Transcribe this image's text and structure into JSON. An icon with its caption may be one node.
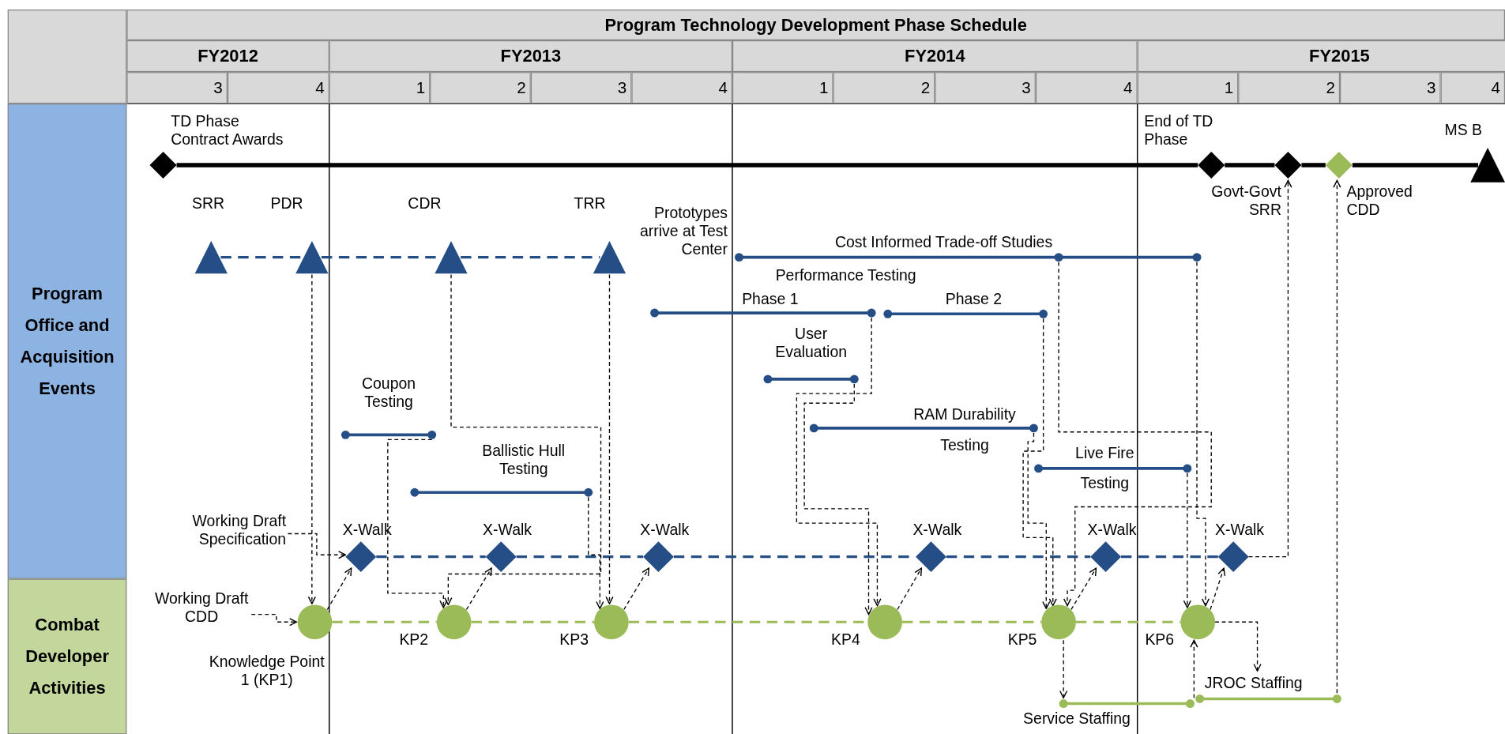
{
  "diagram": {
    "nodes": [
      {
        "text": [
          "Program Office and Acquisition Events"
        ]
      },
      {
        "text": [
          "Combat Developer Activities"
        ]
      },
      {
        "text": [
          "TD Phase Contract Awards"
        ]
      },
      {
        "text": [
          "End of TD Phase"
        ]
      },
      {
        "text": [
          "Govt-Govt SRR"
        ]
      },
      {
        "text": [
          "Approved CDD"
        ]
      },
      {
        "text": [
          "MS B"
        ]
      },
      {
        "text": [
          "SRR"
        ]
      },
      {
        "text": [
          "PDR"
        ]
      },
      {
        "text": [
          "CDR"
        ]
      },
      {
        "text": [
          "TRR"
        ]
      },
      {
        "text": [
          "Cost Informed Trade-off Studies"
        ]
      },
      {
        "text": [
          "Phase 1"
        ]
      },
      {
        "text": [
          "Phase 2"
        ]
      },
      {
        "text": [
          "User Evaluation"
        ]
      },
      {
        "text": [
          "Coupon Testing"
        ]
      },
      {
        "text": [
          "RAM Durability Testing"
        ]
      },
      {
        "text": [
          "Ballistic Hull Testing"
        ]
      },
      {
        "text": [
          "Live Fire Testing"
        ]
      },
      {
        "text": [
          "X-Walk"
        ]
      },
      {
        "text": [
          "X-Walk"
        ]
      },
      {
        "text": [
          "X-Walk"
        ]
      },
      {
        "text": [
          "X-Walk"
        ]
      },
      {
        "text": [
          "X-Walk"
        ]
      },
      {
        "text": [
          "X-Walk"
        ]
      },
      {
        "text": [
          "Working Draft Specification"
        ]
      },
      {
        "text": [
          "Knowledge Point 1 (KP1)"
        ]
      },
      {
        "text": [
          "KP2"
        ]
      },
      {
        "text": [
          "KP3"
        ]
      },
      {
        "text": [
          "KP4"
        ]
      },
      {
        "text": [
          "KP5"
        ]
      },
      {
        "text": [
          "KP6"
        ]
      },
      {
        "text": [
          "Working Draft CDD"
        ]
      },
      {
        "text": [
          "Service Staffing"
        ]
      },
      {
        "text": [
          "JROC Staffing"
        ]
      }
    ],
    "edges": [
      {
        "from": 2,
        "to": 3,
        "arrow": "none",
        "style": "thick"
      },
      {
        "from": 3,
        "to": 4,
        "arrow": "none",
        "style": "thick"
      },
      {
        "from": 4,
        "to": 5,
        "arrow": "none",
        "style": "thick"
      },
      {
        "from": 5,
        "to": 6,
        "arrow": "none",
        "style": "thick"
      },
      {
        "from": 7,
        "to": 8,
        "arrow": "none",
        "style": "dashed",
        "color": "#254e86"
      },
      {
        "from": 8,
        "to": 9,
        "arrow": "none",
        "style": "dashed",
        "color": "#254e86"
      },
      {
        "from": 9,
        "to": 10,
        "arrow": "none",
        "style": "dashed",
        "color": "#254e86"
      },
      {
        "from": 19,
        "to": 20,
        "arrow": "none",
        "style": "dashed",
        "color": "#254e86"
      },
      {
        "from": 20,
        "to": 21,
        "arrow": "none",
        "style": "dashed",
        "color": "#254e86"
      },
      {
        "from": 21,
        "to": 22,
        "arrow": "none",
        "style": "dashed",
        "color": "#254e86"
      },
      {
        "from": 22,
        "to": 23,
        "arrow": "none",
        "style": "dashed",
        "color": "#254e86"
      },
      {
        "from": 23,
        "to": 24,
        "arrow": "none",
        "style": "dashed",
        "color": "#254e86"
      },
      {
        "from": 26,
        "to": 27,
        "arrow": "none",
        "style": "dashed",
        "color": "#9bbb59"
      },
      {
        "from": 27,
        "to": 28,
        "arrow": "none",
        "style": "dashed",
        "color": "#9bbb59"
      },
      {
        "from": 28,
        "to": 29,
        "arrow": "none",
        "style": "dashed",
        "color": "#9bbb59"
      },
      {
        "from": 29,
        "to": 30,
        "arrow": "none",
        "style": "dashed",
        "color": "#9bbb59"
      },
      {
        "from": 30,
        "to": 31,
        "arrow": "none",
        "style": "dashed",
        "color": "#9bbb59"
      },
      {
        "from": 25,
        "to": 19,
        "arrow": "to",
        "style": "dashed"
      },
      {
        "from": 32,
        "to": 26,
        "arrow": "to",
        "style": "dashed"
      },
      {
        "from": 8,
        "to": 26,
        "arrow": "to",
        "style": "dashed"
      },
      {
        "from": 26,
        "to": 19,
        "arrow": "to",
        "style": "dashed"
      },
      {
        "from": 15,
        "to": 27,
        "arrow": "to",
        "style": "dashed"
      },
      {
        "from": 9,
        "to": 27,
        "arrow": "to",
        "style": "dashed"
      },
      {
        "from": 27,
        "to": 20,
        "arrow": "to",
        "style": "dashed"
      },
      {
        "from": 17,
        "to": 28,
        "arrow": "to",
        "style": "dashed"
      },
      {
        "from": 10,
        "to": 28,
        "arrow": "to",
        "style": "dashed"
      },
      {
        "from": 28,
        "to": 21,
        "arrow": "to",
        "style": "dashed"
      },
      {
        "from": 12,
        "to": 29,
        "arrow": "to",
        "style": "dashed"
      },
      {
        "from": 14,
        "to": 29,
        "arrow": "to",
        "style": "dashed"
      },
      {
        "from": 29,
        "to": 22,
        "arrow": "to",
        "style": "dashed"
      },
      {
        "from": 16,
        "to": 30,
        "arrow": "to",
        "style": "dashed"
      },
      {
        "from": 13,
        "to": 30,
        "arrow": "to",
        "style": "dashed"
      },
      {
        "from": 11,
        "to": 30,
        "arrow": "to",
        "style": "dashed"
      },
      {
        "from": 30,
        "to": 23,
        "arrow": "to",
        "style": "dashed"
      },
      {
        "from": 30,
        "to": 33,
        "arrow": "to",
        "style": "dashed"
      },
      {
        "from": 18,
        "to": 31,
        "arrow": "to",
        "style": "dashed"
      },
      {
        "from": 11,
        "to": 31,
        "arrow": "to",
        "style": "dashed"
      },
      {
        "from": 33,
        "to": 31,
        "arrow": "to",
        "style": "dashed"
      },
      {
        "from": 31,
        "to": 24,
        "arrow": "to",
        "style": "dashed"
      },
      {
        "from": 31,
        "to": 34,
        "arrow": "to",
        "style": "dashed"
      },
      {
        "from": 24,
        "to": 4,
        "arrow": "to",
        "style": "dashed"
      },
      {
        "from": 34,
        "to": 5,
        "arrow": "to",
        "style": "dashed"
      }
    ],
    "labels": [
      "Program Technology Development Phase Schedule",
      "FY2012",
      "FY2013",
      "FY2014",
      "FY2015",
      "3",
      "4",
      "1",
      "2",
      "3",
      "4",
      "1",
      "2",
      "3",
      "4",
      "1",
      "2",
      "3",
      "4",
      "Prototypes arrive at Test Center",
      "Performance Testing"
    ]
  }
}
